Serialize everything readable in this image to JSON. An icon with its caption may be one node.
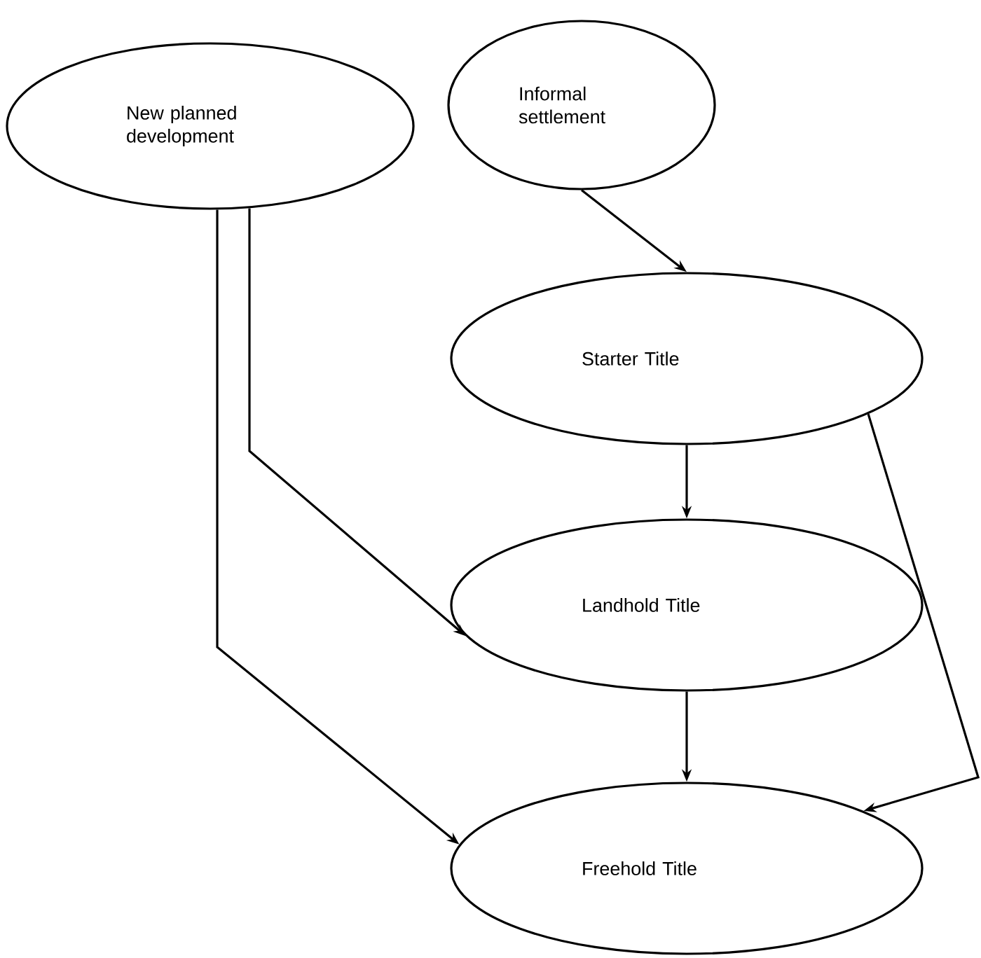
{
  "diagram": {
    "nodes": [
      {
        "text": [
          "New planned development"
        ]
      },
      {
        "text": [
          "Informal settlement"
        ]
      },
      {
        "text": [
          "Starter Title"
        ]
      },
      {
        "text": [
          "Landhold Title"
        ]
      },
      {
        "text": [
          "Freehold Title"
        ]
      }
    ],
    "edges": [
      {
        "from": 1,
        "to": 2,
        "arrow": "to"
      },
      {
        "from": 2,
        "to": 3,
        "arrow": "to"
      },
      {
        "from": 3,
        "to": 4,
        "arrow": "to"
      },
      {
        "from": 0,
        "to": 3,
        "arrow": "to"
      },
      {
        "from": 0,
        "to": 4,
        "arrow": "to"
      },
      {
        "from": 2,
        "to": 4,
        "arrow": "to"
      }
    ]
  }
}
